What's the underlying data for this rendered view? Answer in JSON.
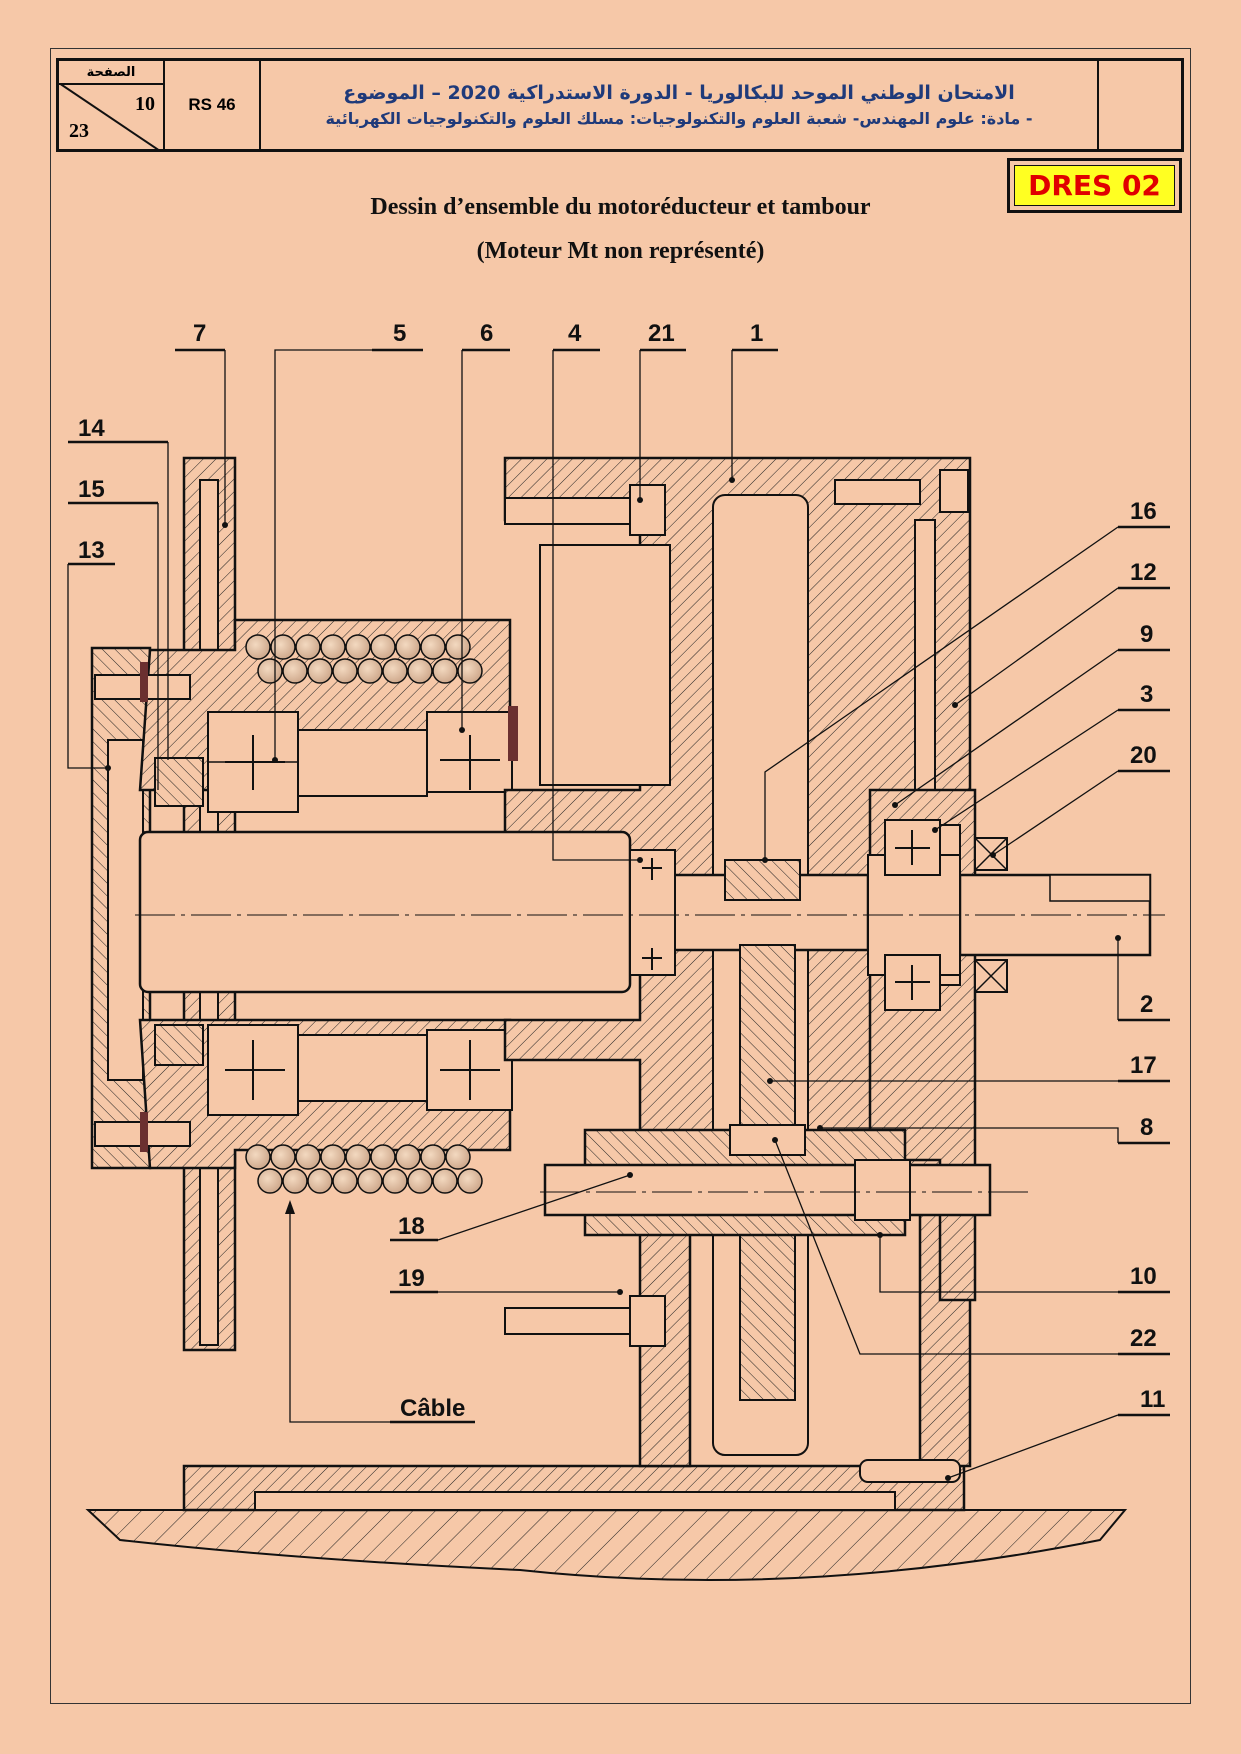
{
  "header": {
    "page_label": "الصفحة",
    "page_number": "10",
    "page_total": "23",
    "code": "RS 46",
    "title_line1": "الامتحان الوطني الموحد للبكالوريا - الدورة الاستدراكية 2020 – الموضوع",
    "title_line2": "- مادة: علوم المهندس- شعبة العلوم والتكنولوجيات: مسلك العلوم والتكنولوجيات الكهربائية"
  },
  "doc_tag": "DRES 02",
  "drawing": {
    "title": "Dessin d’ensemble du motoréducteur et tambour",
    "subtitle": "(Moteur Mt non représenté)",
    "labels": {
      "l7": "7",
      "l5": "5",
      "l6": "6",
      "l4": "4",
      "l21": "21",
      "l1": "1",
      "l14": "14",
      "l15": "15",
      "l13": "13",
      "l16": "16",
      "l12": "12",
      "l9": "9",
      "l3": "3",
      "l20": "20",
      "l2": "2",
      "l17": "17",
      "l8": "8",
      "l18": "18",
      "l19": "19",
      "l10": "10",
      "l22": "22",
      "l11": "11",
      "cable": "Câble"
    }
  },
  "colors": {
    "background": "#f6c8a8",
    "title_blue": "#1f3a7a",
    "tag_red": "#e00000",
    "tag_yellow": "#ffff22"
  }
}
